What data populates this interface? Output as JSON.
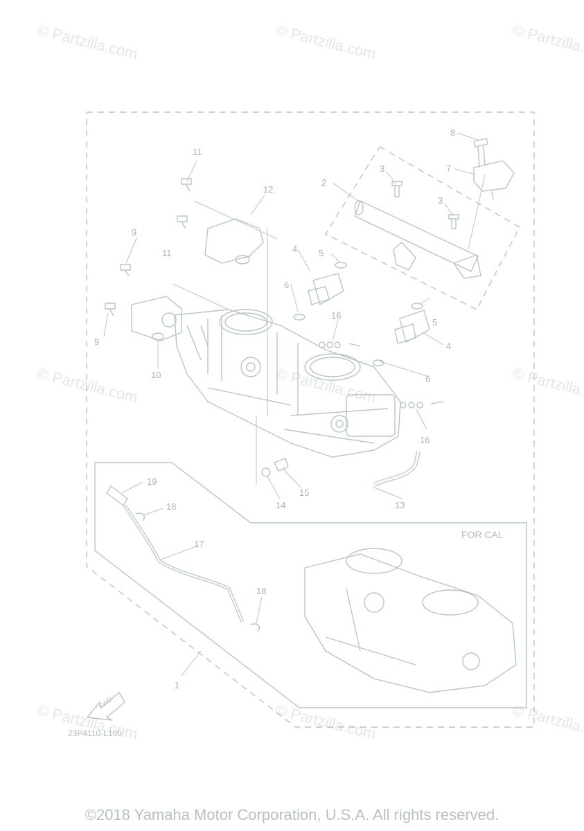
{
  "watermark": "© Partzilla.com",
  "inset_label": "FOR CAL",
  "ref_code": "23P4110-L100",
  "fwd_label": "FWD",
  "copyright": "©2018 Yamaha Motor Corporation, U.S.A. All rights reserved.",
  "callouts": [
    {
      "id": "1",
      "label": "1"
    },
    {
      "id": "2",
      "label": "2"
    },
    {
      "id": "3a",
      "label": "3"
    },
    {
      "id": "3b",
      "label": "3"
    },
    {
      "id": "4a",
      "label": "4"
    },
    {
      "id": "4b",
      "label": "4"
    },
    {
      "id": "5a",
      "label": "5"
    },
    {
      "id": "5b",
      "label": "5"
    },
    {
      "id": "6a",
      "label": "6"
    },
    {
      "id": "6b",
      "label": "6"
    },
    {
      "id": "7",
      "label": "7"
    },
    {
      "id": "8",
      "label": "8"
    },
    {
      "id": "9a",
      "label": "9"
    },
    {
      "id": "9b",
      "label": "9"
    },
    {
      "id": "10",
      "label": "10"
    },
    {
      "id": "11a",
      "label": "11"
    },
    {
      "id": "11b",
      "label": "11"
    },
    {
      "id": "12",
      "label": "12"
    },
    {
      "id": "13",
      "label": "13"
    },
    {
      "id": "14",
      "label": "14"
    },
    {
      "id": "15",
      "label": "15"
    },
    {
      "id": "16a",
      "label": "16"
    },
    {
      "id": "16b",
      "label": "16"
    },
    {
      "id": "17",
      "label": "17"
    },
    {
      "id": "18a",
      "label": "18"
    },
    {
      "id": "18b",
      "label": "18"
    },
    {
      "id": "19",
      "label": "19"
    }
  ]
}
